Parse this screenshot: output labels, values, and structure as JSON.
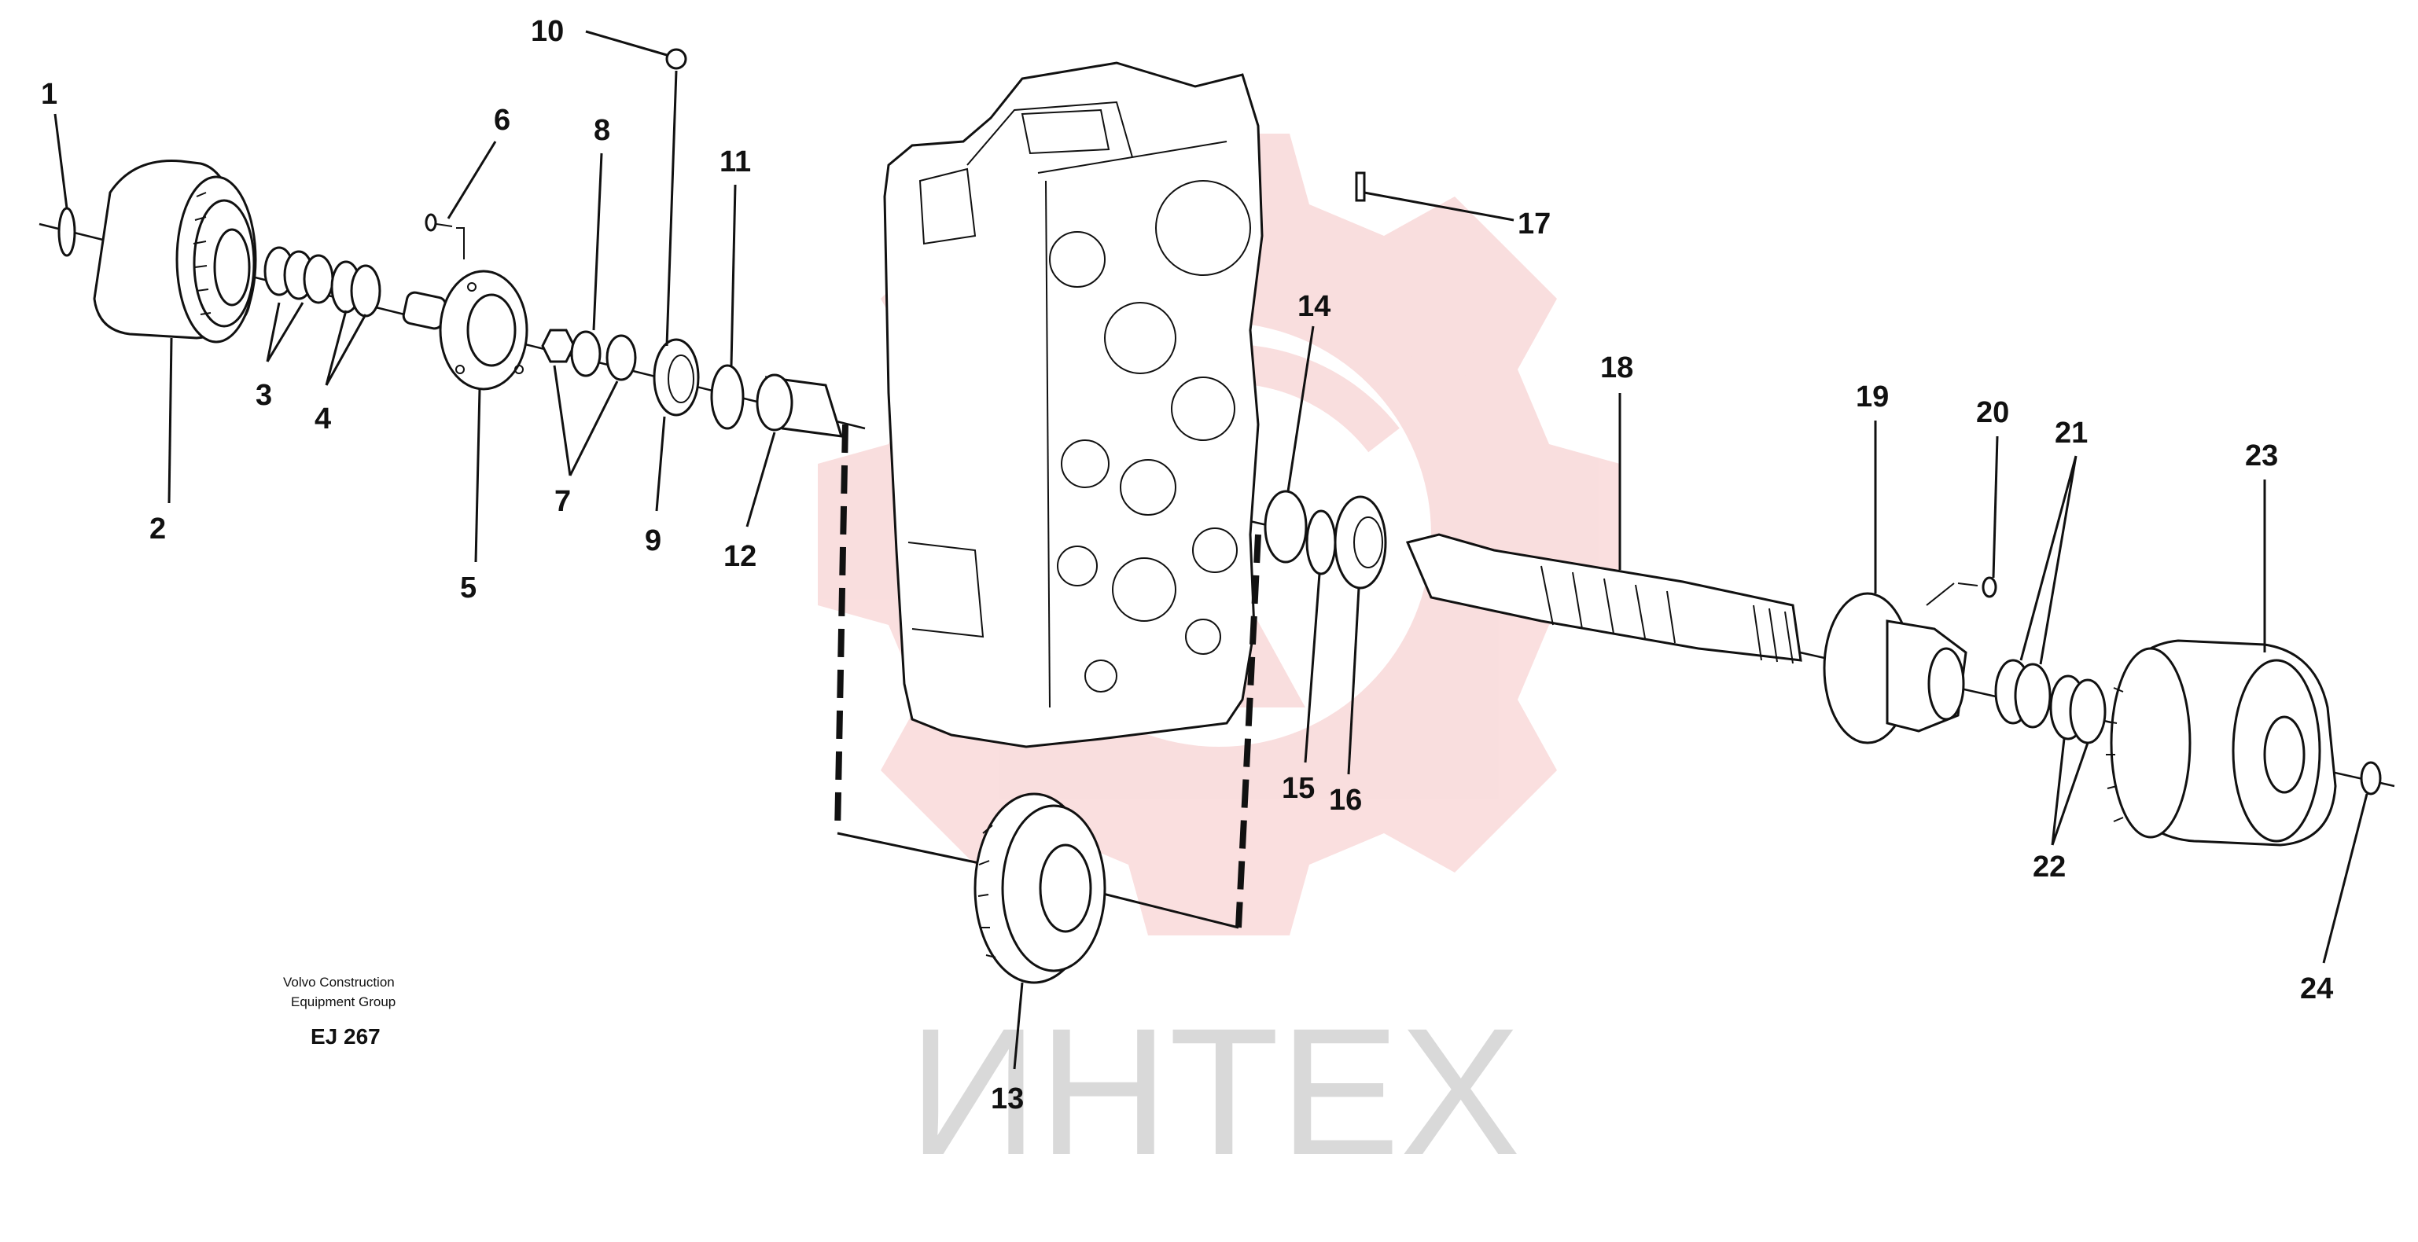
{
  "watermark": {
    "text": "ИНТЕХ",
    "logo_color": "#f3b7b7",
    "text_color": "#d9d9d9"
  },
  "manufacturer": {
    "line1": "Volvo Construction",
    "line2": "Equipment Group",
    "code": "EJ 267"
  },
  "callouts": [
    {
      "id": "1",
      "label": "1"
    },
    {
      "id": "2",
      "label": "2"
    },
    {
      "id": "3",
      "label": "3"
    },
    {
      "id": "4",
      "label": "4"
    },
    {
      "id": "5",
      "label": "5"
    },
    {
      "id": "6",
      "label": "6"
    },
    {
      "id": "7",
      "label": "7"
    },
    {
      "id": "8",
      "label": "8"
    },
    {
      "id": "9",
      "label": "9"
    },
    {
      "id": "10",
      "label": "10"
    },
    {
      "id": "11",
      "label": "11"
    },
    {
      "id": "12",
      "label": "12"
    },
    {
      "id": "13",
      "label": "13"
    },
    {
      "id": "14",
      "label": "14"
    },
    {
      "id": "15",
      "label": "15"
    },
    {
      "id": "16",
      "label": "16"
    },
    {
      "id": "17",
      "label": "17"
    },
    {
      "id": "18",
      "label": "18"
    },
    {
      "id": "19",
      "label": "19"
    },
    {
      "id": "20",
      "label": "20"
    },
    {
      "id": "21",
      "label": "21"
    },
    {
      "id": "22",
      "label": "22"
    },
    {
      "id": "23",
      "label": "23"
    },
    {
      "id": "24",
      "label": "24"
    }
  ]
}
